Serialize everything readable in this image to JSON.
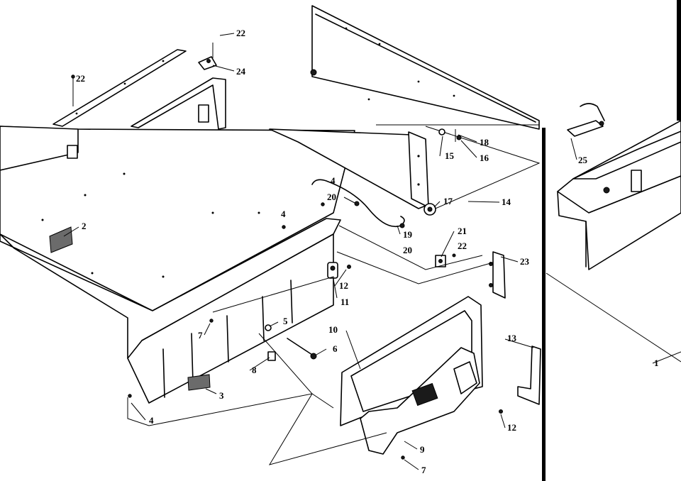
{
  "callouts": {
    "c1": "1",
    "c2": "2",
    "c3": "3",
    "c4a": "4",
    "c4b": "4",
    "c4c": "4",
    "c5": "5",
    "c6": "6",
    "c7a": "7",
    "c7b": "7",
    "c8": "8",
    "c9": "9",
    "c10": "10",
    "c11": "11",
    "c12a": "12",
    "c12b": "12",
    "c13": "13",
    "c14": "14",
    "c15": "15",
    "c16": "16",
    "c17": "17",
    "c18": "18",
    "c19": "19",
    "c20a": "20",
    "c20b": "20",
    "c21": "21",
    "c22a": "22",
    "c22b": "22",
    "c22c": "22",
    "c23": "23",
    "c24": "24",
    "c25": "25"
  }
}
